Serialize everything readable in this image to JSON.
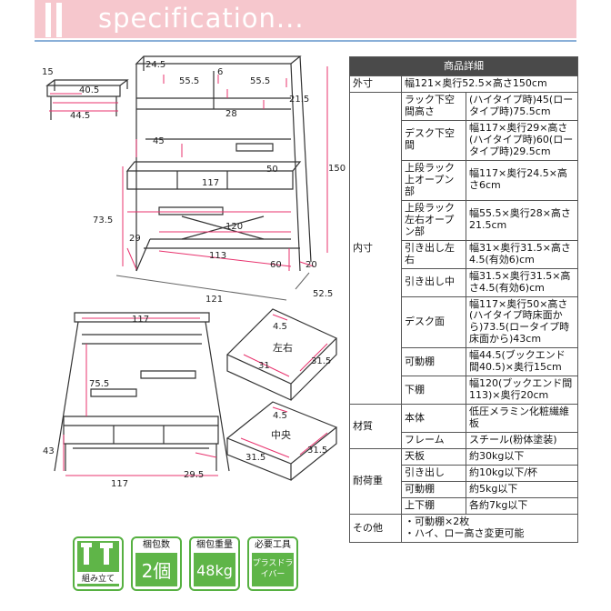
{
  "header": {
    "title": "specification..."
  },
  "diagrams": {
    "shelf": {
      "d1": "15",
      "d2": "40.5",
      "d3": "44.5"
    },
    "main": {
      "top_w": "24.5",
      "gap6": "6",
      "left_w": "55.5",
      "right_w": "55.5",
      "h215": "21.5",
      "d28": "28",
      "h45": "45",
      "d50": "50",
      "w117": "117",
      "h150": "150",
      "h735": "73.5",
      "w120": "120",
      "d29": "29",
      "w113": "113",
      "h60": "60",
      "d20": "20",
      "w121": "121",
      "d525": "52.5"
    },
    "front": {
      "w117_top": "117",
      "h755": "75.5",
      "h43": "43",
      "w117_bottom": "117",
      "d295": "29.5"
    },
    "drawer_lr": {
      "label": "左右",
      "d45": "4.5",
      "w31": "31",
      "d315": "31.5"
    },
    "drawer_c": {
      "label": "中央",
      "d45": "4.5",
      "w315": "31.5",
      "d315": "31.5"
    }
  },
  "spec": {
    "title": "商品詳細",
    "rows": [
      {
        "cat": "外寸",
        "value": "幅121×奥行52.5×高さ150cm"
      },
      {
        "cat": "内寸",
        "subs": [
          {
            "label": "ラック下空間高さ",
            "value": "(ハイタイプ時)45(ロータイプ時)75.5cm"
          },
          {
            "label": "デスク下空間",
            "value": "幅117×奥行29×高さ(ハイタイプ時)60(ロータイプ時)29.5cm"
          },
          {
            "label": "上段ラック上オープン部",
            "value": "幅117×奥行24.5×高さ6cm"
          },
          {
            "label": "上段ラック左右オープン部",
            "value": "幅55.5×奥行28×高さ21.5cm"
          },
          {
            "label": "引き出し左右",
            "value": "幅31×奥行31.5×高さ4.5(有効6)cm"
          },
          {
            "label": "引き出し中",
            "value": "幅31.5×奥行31.5×高さ4.5(有効6)cm"
          },
          {
            "label": "デスク面",
            "value": "幅117×奥行50×高さ(ハイタイプ時床面から)73.5(ロータイプ時床面から)43cm"
          },
          {
            "label": "可動棚",
            "value": "幅44.5(ブックエンド間40.5)×奥行15cm"
          },
          {
            "label": "下棚",
            "value": "幅120(ブックエンド間113)×奥行20cm"
          }
        ]
      },
      {
        "cat": "材質",
        "subs": [
          {
            "label": "本体",
            "value": "低圧メラミン化粧繊維板"
          },
          {
            "label": "フレーム",
            "value": "スチール(粉体塗装)"
          }
        ]
      },
      {
        "cat": "耐荷重",
        "subs": [
          {
            "label": "天板",
            "value": "約30kg以下"
          },
          {
            "label": "引き出し",
            "value": "約10kg以下/杯"
          },
          {
            "label": "可動棚",
            "value": "約5kg以下"
          },
          {
            "label": "上下棚",
            "value": "各約7kg以下"
          }
        ]
      },
      {
        "cat": "その他",
        "value": "・可動棚×2枚\n・ハイ、ロー高さ変更可能"
      }
    ]
  },
  "icons": [
    {
      "caption": "",
      "text": "組み立て"
    },
    {
      "caption": "梱包数",
      "text": "2個"
    },
    {
      "caption": "梱包重量",
      "text": "48kg"
    },
    {
      "caption": "必要工具",
      "text": "プラスドライバー"
    }
  ],
  "colors": {
    "header_bg": "#f6c7cd",
    "rule": "#8ab0d8",
    "dim": "#e8336e",
    "icon": "#5fb548"
  }
}
